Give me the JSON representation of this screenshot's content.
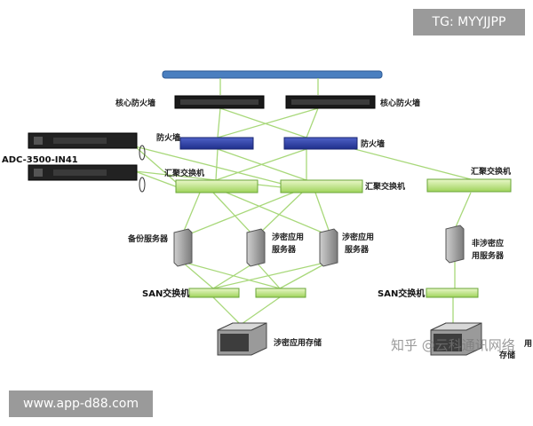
{
  "top_tag": "TG: MYYJJPP",
  "bottom_tag": "www.app-d88.com",
  "watermark": "知乎 @云科通讯网络",
  "labels": {
    "core_fw_left": "核心防火墙",
    "core_fw_right": "核心防火墙",
    "fw_left": "防火墙",
    "fw_right": "防火墙",
    "adc": "ADC-3500-IN41",
    "agg_left": "汇聚交换机",
    "agg_mid": "汇聚交换机",
    "agg_right": "汇聚交换机",
    "backup_server": "备份服务器",
    "sec_app_server_1_l1": "涉密应用",
    "sec_app_server_1_l2": "服务器",
    "sec_app_server_2_l1": "涉密应用",
    "sec_app_server_2_l2": "服务器",
    "nonsec_server_l1": "非涉密应",
    "nonsec_server_l2": "用服务器",
    "san_left": "SAN交换机",
    "san_right": "SAN交换机",
    "sec_storage": "涉密应用存储",
    "nonsec_storage_l1": "用",
    "nonsec_storage_l2": "存储"
  }
}
